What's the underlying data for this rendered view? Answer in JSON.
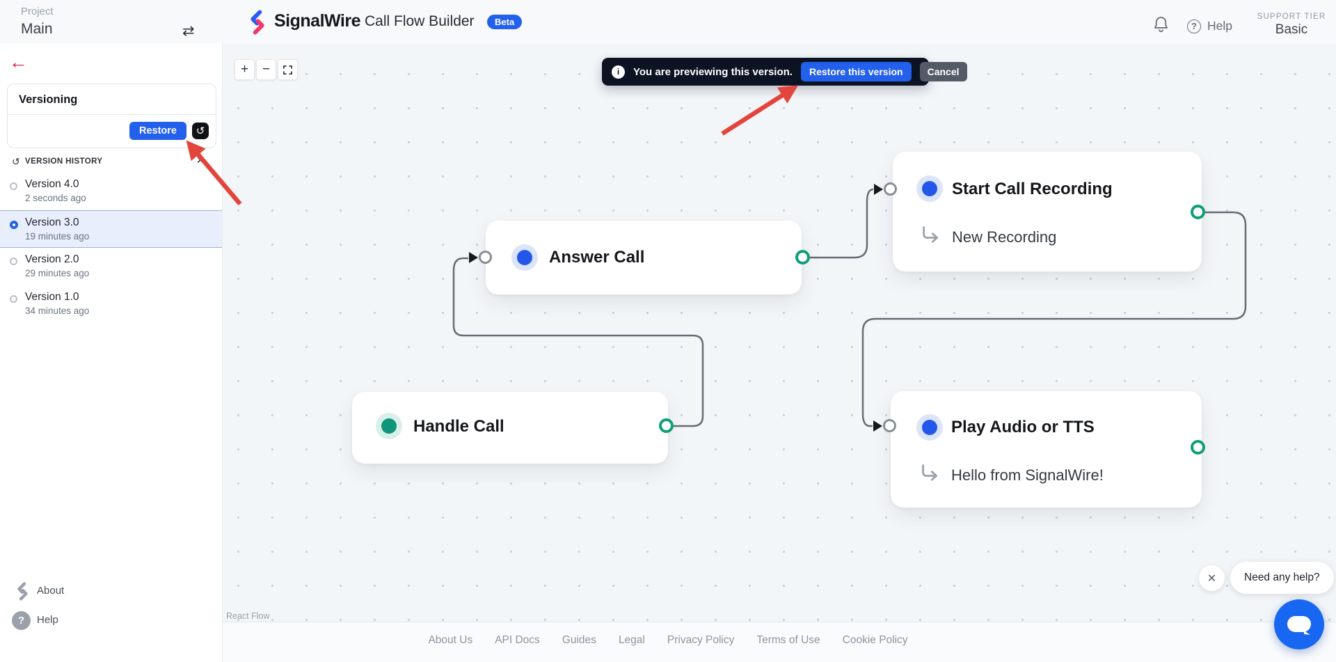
{
  "header": {
    "project_label": "Project",
    "project_name": "Main",
    "brand": "SignalWire",
    "app_title": "Call Flow Builder",
    "beta_badge": "Beta",
    "help_label": "Help",
    "support_tier_label": "SUPPORT TIER",
    "support_tier_value": "Basic"
  },
  "sidebar": {
    "panel_title": "Versioning",
    "restore_button": "Restore",
    "history_header": "VERSION HISTORY",
    "versions": [
      {
        "name": "Version 4.0",
        "time": "2 seconds ago",
        "selected": false
      },
      {
        "name": "Version 3.0",
        "time": "19 minutes ago",
        "selected": true
      },
      {
        "name": "Version 2.0",
        "time": "29 minutes ago",
        "selected": false
      },
      {
        "name": "Version 1.0",
        "time": "34 minutes ago",
        "selected": false
      }
    ],
    "about_label": "About",
    "help_label": "Help"
  },
  "banner": {
    "message": "You are previewing this version.",
    "restore_button": "Restore this version",
    "cancel_button": "Cancel"
  },
  "canvas": {
    "attribution": "React Flow",
    "nodes": {
      "answer_call": {
        "title": "Answer Call"
      },
      "start_call_recording": {
        "title": "Start Call Recording",
        "subtitle": "New Recording"
      },
      "handle_call": {
        "title": "Handle Call"
      },
      "play_audio_tts": {
        "title": "Play Audio or TTS",
        "subtitle": "Hello from SignalWire!"
      }
    }
  },
  "footer": {
    "links": [
      "About Us",
      "API Docs",
      "Guides",
      "Legal",
      "Privacy Policy",
      "Terms of Use",
      "Cookie Policy"
    ]
  },
  "chat": {
    "prompt": "Need any help?"
  },
  "colors": {
    "accent_blue": "#2360eb",
    "teal_port": "#0e9e78",
    "banner_bg": "#0c1322",
    "annotation_red": "#e2453b",
    "back_arrow_red": "#d21f3c"
  }
}
